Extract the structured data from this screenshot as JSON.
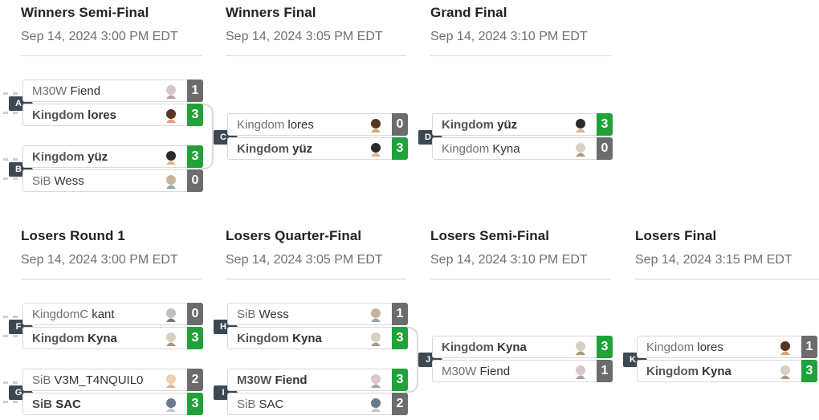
{
  "rounds": {
    "wsf": {
      "title": "Winners Semi-Final",
      "date": "Sep 14, 2024 3:00 PM EDT"
    },
    "wf": {
      "title": "Winners Final",
      "date": "Sep 14, 2024 3:05 PM EDT"
    },
    "gf": {
      "title": "Grand Final",
      "date": "Sep 14, 2024 3:10 PM EDT"
    },
    "lr1": {
      "title": "Losers Round 1",
      "date": "Sep 14, 2024 3:00 PM EDT"
    },
    "lqf": {
      "title": "Losers Quarter-Final",
      "date": "Sep 14, 2024 3:05 PM EDT"
    },
    "lsf": {
      "title": "Losers Semi-Final",
      "date": "Sep 14, 2024 3:10 PM EDT"
    },
    "lf": {
      "title": "Losers Final",
      "date": "Sep 14, 2024 3:15 PM EDT"
    }
  },
  "matches": {
    "A": {
      "tag": "A",
      "top": {
        "team": "M30W",
        "player": "Fiend",
        "score": "1",
        "winner": false,
        "icon": "fiend-character-icon"
      },
      "bot": {
        "team": "Kingdom",
        "player": "lores",
        "score": "3",
        "winner": true,
        "icon": "lores-character-icon"
      }
    },
    "B": {
      "tag": "B",
      "top": {
        "team": "Kingdom",
        "player": "yüz",
        "score": "3",
        "winner": true,
        "icon": "yuz-character-icon"
      },
      "bot": {
        "team": "SiB",
        "player": "Wess",
        "score": "0",
        "winner": false,
        "icon": "wess-character-icon"
      }
    },
    "C": {
      "tag": "C",
      "top": {
        "team": "Kingdom",
        "player": "lores",
        "score": "0",
        "winner": false,
        "icon": "lores-character-icon"
      },
      "bot": {
        "team": "Kingdom",
        "player": "yüz",
        "score": "3",
        "winner": true,
        "icon": "yuz-character-icon"
      }
    },
    "D": {
      "tag": "D",
      "top": {
        "team": "Kingdom",
        "player": "yüz",
        "score": "3",
        "winner": true,
        "icon": "yuz-character-icon"
      },
      "bot": {
        "team": "Kingdom",
        "player": "Kyna",
        "score": "0",
        "winner": false,
        "icon": "kyna-character-icon"
      }
    },
    "F": {
      "tag": "F",
      "top": {
        "team": "KingdomC",
        "player": "kant",
        "score": "0",
        "winner": false,
        "icon": "kant-character-icon"
      },
      "bot": {
        "team": "Kingdom",
        "player": "Kyna",
        "score": "3",
        "winner": true,
        "icon": "kyna-character-icon"
      }
    },
    "G": {
      "tag": "G",
      "top": {
        "team": "SiB",
        "player": "V3M_T4NQUIL0",
        "score": "2",
        "winner": false,
        "icon": "v3m-character-icon"
      },
      "bot": {
        "team": "SiB",
        "player": "SAC",
        "score": "3",
        "winner": true,
        "icon": "sac-character-icon"
      }
    },
    "H": {
      "tag": "H",
      "top": {
        "team": "SiB",
        "player": "Wess",
        "score": "1",
        "winner": false,
        "icon": "wess-character-icon"
      },
      "bot": {
        "team": "Kingdom",
        "player": "Kyna",
        "score": "3",
        "winner": true,
        "icon": "kyna-character-icon"
      }
    },
    "I": {
      "tag": "I",
      "top": {
        "team": "M30W",
        "player": "Fiend",
        "score": "3",
        "winner": true,
        "icon": "fiend-character-icon"
      },
      "bot": {
        "team": "SiB",
        "player": "SAC",
        "score": "2",
        "winner": false,
        "icon": "sac-character-icon"
      }
    },
    "J": {
      "tag": "J",
      "top": {
        "team": "Kingdom",
        "player": "Kyna",
        "score": "3",
        "winner": true,
        "icon": "kyna-character-icon"
      },
      "bot": {
        "team": "M30W",
        "player": "Fiend",
        "score": "1",
        "winner": false,
        "icon": "fiend-character-icon"
      }
    },
    "K": {
      "tag": "K",
      "top": {
        "team": "Kingdom",
        "player": "lores",
        "score": "1",
        "winner": false,
        "icon": "lores-character-icon"
      },
      "bot": {
        "team": "Kingdom",
        "player": "Kyna",
        "score": "3",
        "winner": true,
        "icon": "kyna-character-icon"
      }
    }
  },
  "colors": {
    "win": "#20a23a",
    "lose": "#6c6c6c",
    "tag": "#3d4855"
  }
}
